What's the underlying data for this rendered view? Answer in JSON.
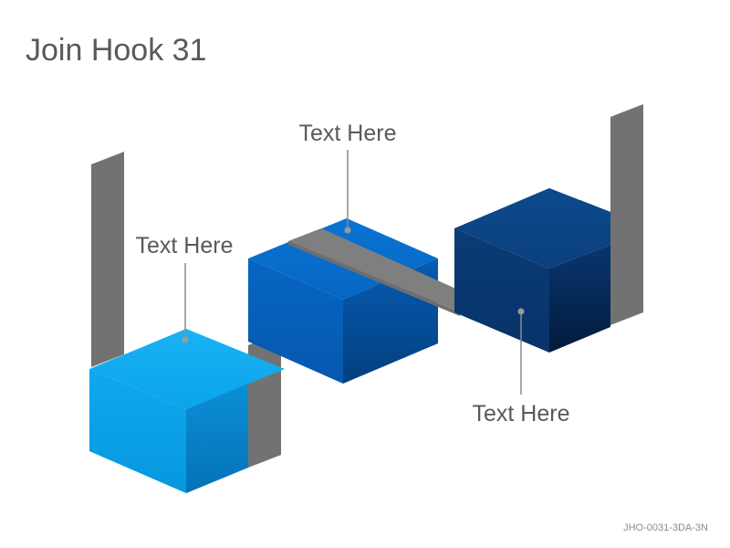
{
  "title": "Join Hook 31",
  "labels": {
    "left": "Text Here",
    "middle": "Text Here",
    "right": "Text Here"
  },
  "footer": "JHO-0031-3DA-3N",
  "colors": {
    "strip": "#7a7a7a",
    "cube_light": "#0ea5ec",
    "cube_mid": "#0566c0",
    "cube_dark": "#0a3f7a",
    "leader": "#8a8a8a",
    "text": "#595959"
  }
}
